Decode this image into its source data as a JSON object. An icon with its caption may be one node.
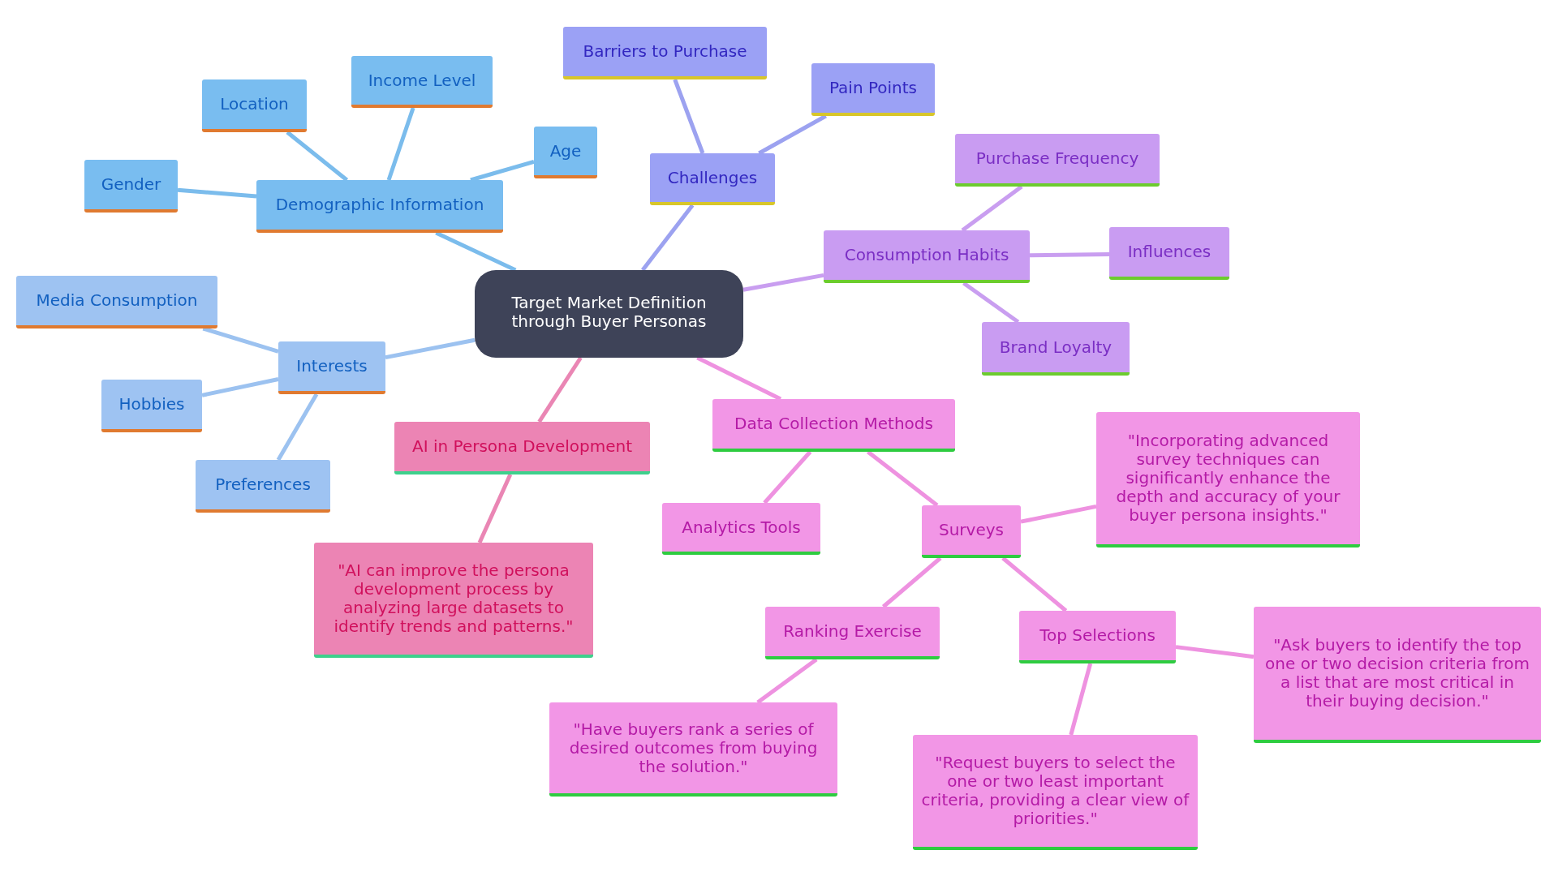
{
  "diagram": {
    "nodes": [
      {
        "text": [
          "Target Market Definition through Buyer Personas"
        ]
      },
      {
        "text": [
          "Demographic Information"
        ]
      },
      {
        "text": [
          "Gender"
        ]
      },
      {
        "text": [
          "Location"
        ]
      },
      {
        "text": [
          "Income Level"
        ]
      },
      {
        "text": [
          "Age"
        ]
      },
      {
        "text": [
          "Challenges"
        ]
      },
      {
        "text": [
          "Barriers to Purchase"
        ]
      },
      {
        "text": [
          "Pain Points"
        ]
      },
      {
        "text": [
          "Consumption Habits"
        ]
      },
      {
        "text": [
          "Purchase Frequency"
        ]
      },
      {
        "text": [
          "Influences"
        ]
      },
      {
        "text": [
          "Brand Loyalty"
        ]
      },
      {
        "text": [
          "Interests"
        ]
      },
      {
        "text": [
          "Media Consumption"
        ]
      },
      {
        "text": [
          "Hobbies"
        ]
      },
      {
        "text": [
          "Preferences"
        ]
      },
      {
        "text": [
          "AI in Persona Development"
        ]
      },
      {
        "text": [
          "\"AI can improve the persona development process by analyzing large datasets to identify trends and patterns.\""
        ]
      },
      {
        "text": [
          "Data Collection Methods"
        ]
      },
      {
        "text": [
          "Analytics Tools"
        ]
      },
      {
        "text": [
          "Surveys"
        ]
      },
      {
        "text": [
          "\"Incorporating advanced survey techniques can significantly enhance the depth and accuracy of your buyer persona insights.\""
        ]
      },
      {
        "text": [
          "Ranking Exercise"
        ]
      },
      {
        "text": [
          "Top Selections"
        ]
      },
      {
        "text": [
          "\"Ask buyers to identify the top one or two decision criteria from a list that are most critical in their buying decision.\""
        ]
      },
      {
        "text": [
          "\"Have buyers rank a series of desired outcomes from buying the solution.\""
        ]
      },
      {
        "text": [
          "\"Request buyers to select the one or two least important criteria, providing a clear view of priorities.\""
        ]
      }
    ],
    "edges": [
      {
        "from": 0,
        "to": 1,
        "arrow": "none",
        "color": "#7bbcec"
      },
      {
        "from": 1,
        "to": 2,
        "arrow": "none",
        "color": "#7bbcec"
      },
      {
        "from": 1,
        "to": 3,
        "arrow": "none",
        "color": "#7bbcec"
      },
      {
        "from": 1,
        "to": 4,
        "arrow": "none",
        "color": "#7bbcec"
      },
      {
        "from": 1,
        "to": 5,
        "arrow": "none",
        "color": "#7bbcec"
      },
      {
        "from": 0,
        "to": 6,
        "arrow": "none",
        "color": "#9ca2f0"
      },
      {
        "from": 6,
        "to": 7,
        "arrow": "none",
        "color": "#9ca2f0"
      },
      {
        "from": 6,
        "to": 8,
        "arrow": "none",
        "color": "#9ca2f0"
      },
      {
        "from": 0,
        "to": 9,
        "arrow": "none",
        "color": "#c99ef0"
      },
      {
        "from": 9,
        "to": 10,
        "arrow": "none",
        "color": "#c99ef0"
      },
      {
        "from": 9,
        "to": 11,
        "arrow": "none",
        "color": "#c99ef0"
      },
      {
        "from": 9,
        "to": 12,
        "arrow": "none",
        "color": "#c99ef0"
      },
      {
        "from": 0,
        "to": 13,
        "arrow": "none",
        "color": "#9cc2f0"
      },
      {
        "from": 13,
        "to": 14,
        "arrow": "none",
        "color": "#9cc2f0"
      },
      {
        "from": 13,
        "to": 15,
        "arrow": "none",
        "color": "#9cc2f0"
      },
      {
        "from": 13,
        "to": 16,
        "arrow": "none",
        "color": "#9cc2f0"
      },
      {
        "from": 0,
        "to": 17,
        "arrow": "none",
        "color": "#ea86b4"
      },
      {
        "from": 17,
        "to": 18,
        "arrow": "none",
        "color": "#ea86b4"
      },
      {
        "from": 0,
        "to": 19,
        "arrow": "none"
      },
      {
        "from": 19,
        "to": 20,
        "arrow": "none"
      },
      {
        "from": 19,
        "to": 21,
        "arrow": "none"
      },
      {
        "from": 21,
        "to": 22,
        "arrow": "none"
      },
      {
        "from": 21,
        "to": 23,
        "arrow": "none"
      },
      {
        "from": 21,
        "to": 24,
        "arrow": "none"
      },
      {
        "from": 24,
        "to": 25,
        "arrow": "none"
      },
      {
        "from": 23,
        "to": 26,
        "arrow": "none"
      },
      {
        "from": 24,
        "to": 27,
        "arrow": "none"
      }
    ]
  }
}
